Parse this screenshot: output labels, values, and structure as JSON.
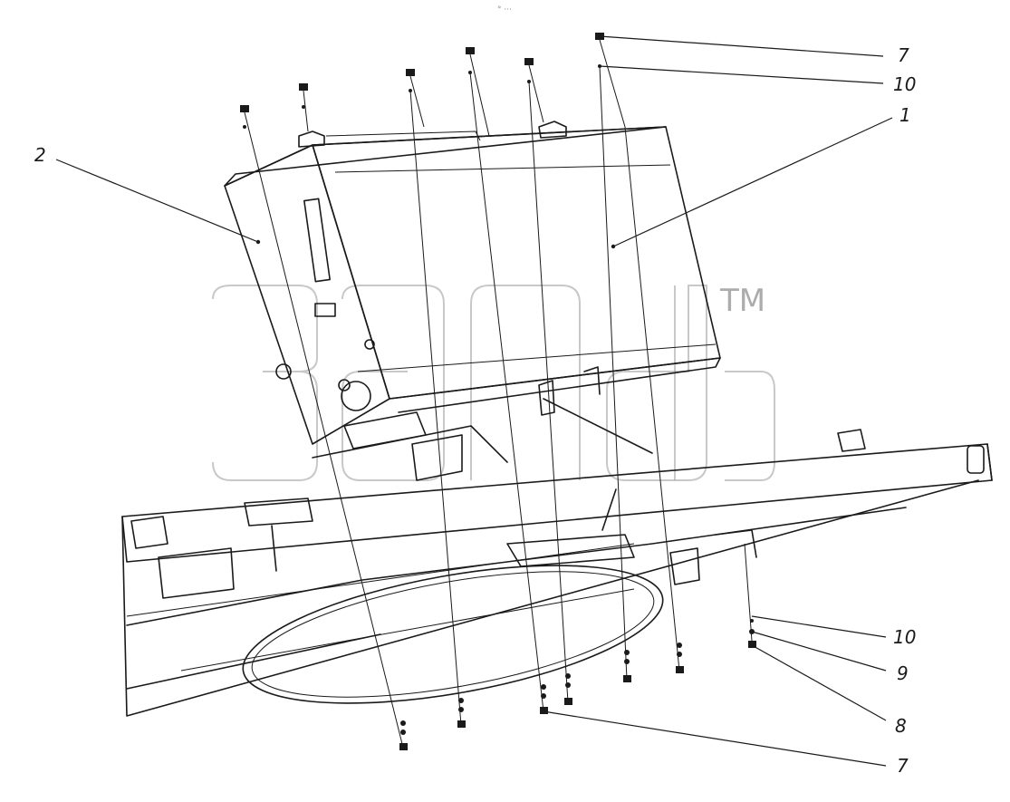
{
  "top_mark": "° ···",
  "watermark": {
    "trademark": "TM"
  },
  "callouts": [
    {
      "id": "c7-top",
      "label": "7"
    },
    {
      "id": "c10-top",
      "label": "10"
    },
    {
      "id": "c1",
      "label": "1"
    },
    {
      "id": "c2",
      "label": "2"
    },
    {
      "id": "c10-bottom",
      "label": "10"
    },
    {
      "id": "c9",
      "label": "9"
    },
    {
      "id": "c8",
      "label": "8"
    },
    {
      "id": "c7-bottom",
      "label": "7"
    }
  ]
}
